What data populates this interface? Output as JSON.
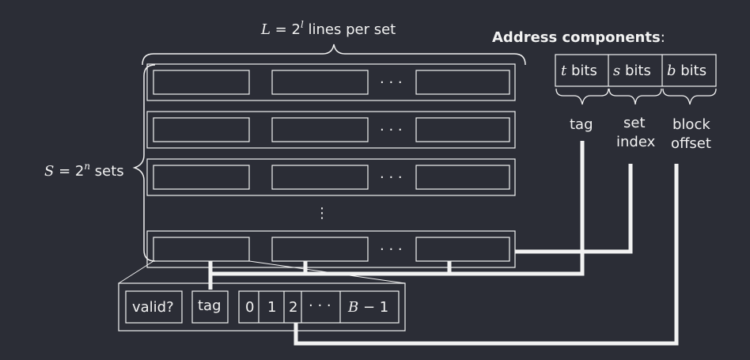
{
  "top_label": {
    "var": "L",
    "eq": " = 2",
    "exp": "l",
    "rest": " lines per set"
  },
  "left_label": {
    "var": "S",
    "eq": " = 2",
    "exp": "n",
    "rest": " sets"
  },
  "address_title": {
    "bold": "Address components",
    "colon": ":"
  },
  "ellipsis": "· · ·",
  "vellipsis": "⋮",
  "address_fields": [
    {
      "var": "t",
      "rest": " bits",
      "name_lines": [
        "tag"
      ]
    },
    {
      "var": "s",
      "rest": " bits",
      "name_lines": [
        "set",
        "index"
      ]
    },
    {
      "var": "b",
      "rest": " bits",
      "name_lines": [
        "block",
        "offset"
      ]
    }
  ],
  "line_detail": {
    "valid": "valid?",
    "tag": "tag",
    "bytes": [
      "0",
      "1",
      "2",
      "· · ·"
    ],
    "last": {
      "var": "B",
      "rest": " − 1"
    }
  }
}
